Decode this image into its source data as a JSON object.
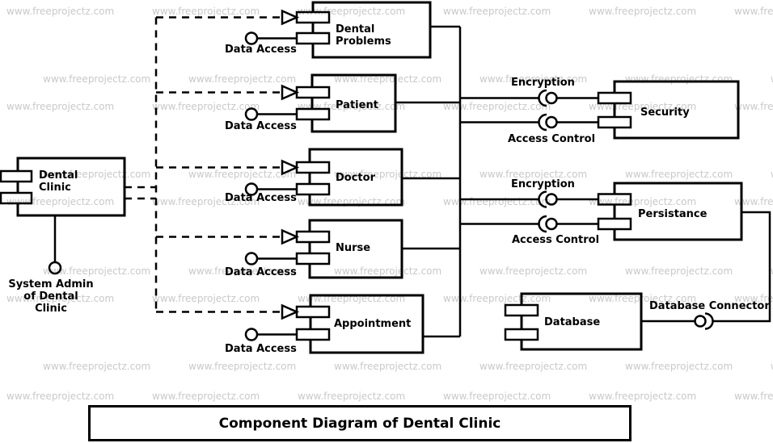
{
  "diagram": {
    "title": "Component Diagram of Dental Clinic",
    "watermark": "www.freeprojectz.com",
    "colors": {
      "line": "#000000",
      "watermark": "#c9c9c9",
      "background": "#ffffff"
    },
    "actor": {
      "label": "System Admin\nof Dental\nClinic"
    },
    "components": {
      "dental_clinic": {
        "label": "Dental\nClinic"
      },
      "dental_problems": {
        "label": "Dental\nProblems",
        "provided_interface": "Data Access"
      },
      "patient": {
        "label": "Patient",
        "provided_interface": "Data Access"
      },
      "doctor": {
        "label": "Doctor",
        "provided_interface": "Data Access"
      },
      "nurse": {
        "label": "Nurse",
        "provided_interface": "Data Access"
      },
      "appointment": {
        "label": "Appointment",
        "provided_interface": "Data Access"
      },
      "security": {
        "label": "Security",
        "required_interfaces": {
          "encryption": "Encryption",
          "access_control": "Access Control"
        }
      },
      "persistance": {
        "label": "Persistance",
        "required_interfaces": {
          "encryption": "Encryption",
          "access_control": "Access Control"
        }
      },
      "database": {
        "label": "Database",
        "connector_label": "Database Connector"
      }
    }
  }
}
